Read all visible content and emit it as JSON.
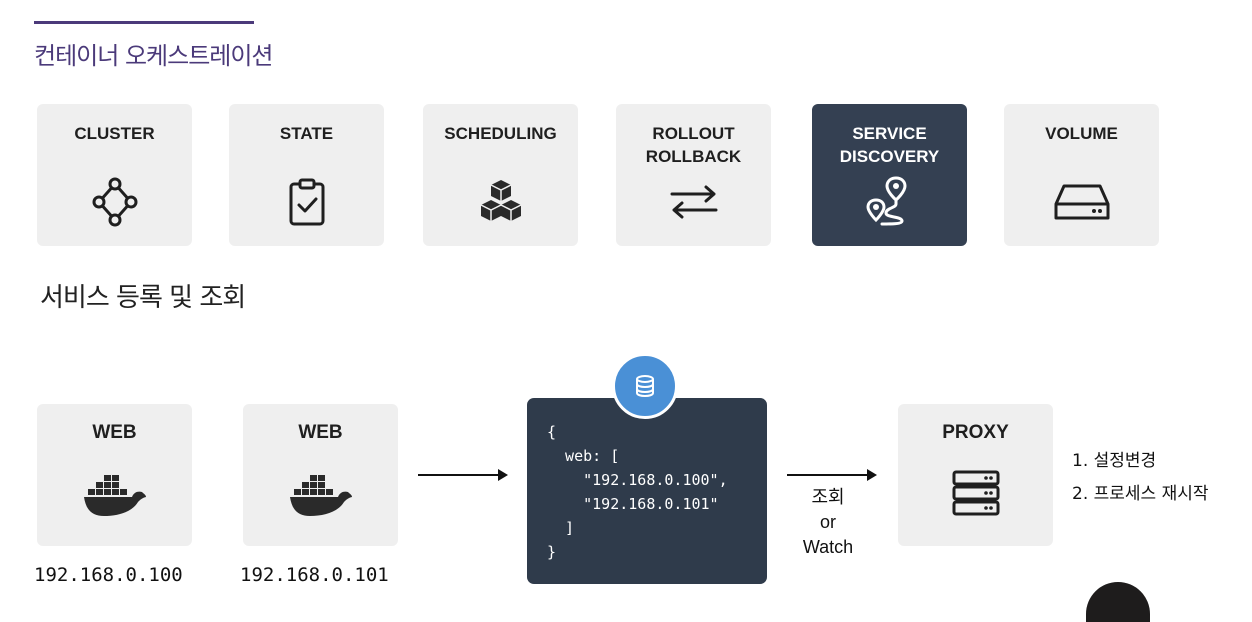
{
  "slide": {
    "title": "컨테이너 오케스트레이션",
    "accent_color": "#4b3a7a"
  },
  "features": [
    {
      "label": "CLUSTER",
      "icon": "cluster-nodes-icon",
      "active": false
    },
    {
      "label": "STATE",
      "icon": "clipboard-check-icon",
      "active": false
    },
    {
      "label": "SCHEDULING",
      "icon": "stacked-boxes-icon",
      "active": false
    },
    {
      "label": "ROLLOUT\nROLLBACK",
      "icon": "swap-arrows-icon",
      "active": false
    },
    {
      "label": "SERVICE\nDISCOVERY",
      "icon": "route-pin-icon",
      "active": true
    },
    {
      "label": "VOLUME",
      "icon": "hard-drive-icon",
      "active": false
    }
  ],
  "section_title": "서비스 등록 및 조회",
  "hosts": [
    {
      "label": "WEB",
      "icon": "docker-whale-icon",
      "ip": "192.168.0.100"
    },
    {
      "label": "WEB",
      "icon": "docker-whale-icon",
      "ip": "192.168.0.101"
    }
  ],
  "registry": {
    "icon": "database-icon",
    "code": "{\n  web: [\n    \"192.168.0.100\",\n    \"192.168.0.101\"\n  ]\n}"
  },
  "lookup_label": "조회\nor\nWatch",
  "proxy": {
    "label": "PROXY",
    "icon": "server-rack-icon"
  },
  "steps": [
    "1. 설정변경",
    "2. 프로세스 재시작"
  ],
  "colors": {
    "card_bg": "#efefef",
    "active_bg": "#344052",
    "registry_bg": "#2f3b4b",
    "badge_blue": "#4a90d6"
  }
}
